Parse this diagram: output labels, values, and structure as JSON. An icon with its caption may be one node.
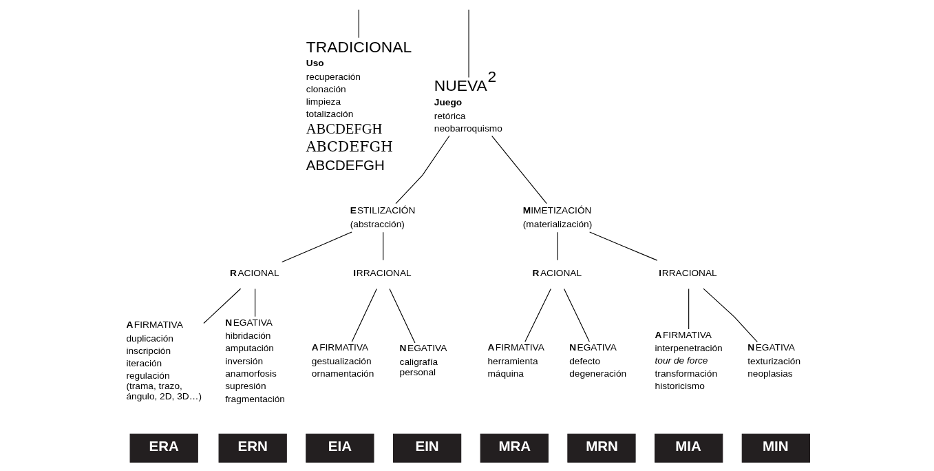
{
  "diagram": {
    "nodes": [
      {
        "text": [
          "TRADICIONAL",
          "Uso",
          "recuperación",
          "clonación",
          "limpieza",
          "totalización",
          "ABCDEFGH",
          "ABCDEFGH",
          "ABCDEFGH"
        ]
      },
      {
        "text": [
          "NUEVA$^{2}$",
          "Juego",
          "retórica",
          "neobarroquismo"
        ]
      },
      {
        "text": [
          "**E**STILIZACIÓN",
          "(abstracción)"
        ]
      },
      {
        "text": [
          "**M**IMETIZACIÓN",
          "(materialización)"
        ]
      },
      {
        "text": [
          "**R**ACIONAL"
        ]
      },
      {
        "text": [
          "**I**RRACIONAL"
        ]
      },
      {
        "text": [
          "**R**ACIONAL"
        ]
      },
      {
        "text": [
          "**I**RRACIONAL"
        ]
      },
      {
        "text": [
          "**A**FIRMATIVA",
          "duplicación",
          "inscripción",
          "iteración",
          "regulación (trama, trazo, ángulo, 2D, 3D…)"
        ]
      },
      {
        "text": [
          "**N**EGATIVA",
          "hibridación",
          "amputación",
          "inversión",
          "anamorfosis",
          "supresión",
          "fragmentación"
        ]
      },
      {
        "text": [
          "**A**FIRMATIVA",
          "gestualización",
          "ornamentación"
        ]
      },
      {
        "text": [
          "**N**EGATIVA",
          "caligrafía personal"
        ]
      },
      {
        "text": [
          "**A**FIRMATIVA",
          "herramienta",
          "máquina"
        ]
      },
      {
        "text": [
          "**N**EGATIVA",
          "defecto",
          "degeneración"
        ]
      },
      {
        "text": [
          "**A**FIRMATIVA",
          "interpenetración",
          "*tour de force*",
          "transformación",
          "historicismo"
        ]
      },
      {
        "text": [
          "**N**EGATIVA",
          "texturización",
          "neoplasias"
        ]
      },
      {
        "text": [
          "ERA"
        ]
      },
      {
        "text": [
          "ERN"
        ]
      },
      {
        "text": [
          "EIA"
        ]
      },
      {
        "text": [
          "EIN"
        ]
      },
      {
        "text": [
          "MRA"
        ]
      },
      {
        "text": [
          "MRN"
        ]
      },
      {
        "text": [
          "MIA"
        ]
      },
      {
        "text": [
          "MIN"
        ]
      }
    ],
    "edges": [
      {
        "from": null,
        "to": 0,
        "arrow": "none"
      },
      {
        "from": null,
        "to": 1,
        "arrow": "none"
      },
      {
        "from": 1,
        "to": 2,
        "arrow": "none"
      },
      {
        "from": 1,
        "to": 3,
        "arrow": "none"
      },
      {
        "from": 2,
        "to": 4,
        "arrow": "none"
      },
      {
        "from": 2,
        "to": 5,
        "arrow": "none"
      },
      {
        "from": 3,
        "to": 6,
        "arrow": "none"
      },
      {
        "from": 3,
        "to": 7,
        "arrow": "none"
      },
      {
        "from": 4,
        "to": 8,
        "arrow": "none"
      },
      {
        "from": 4,
        "to": 9,
        "arrow": "none"
      },
      {
        "from": 5,
        "to": 10,
        "arrow": "none"
      },
      {
        "from": 5,
        "to": 11,
        "arrow": "none"
      },
      {
        "from": 6,
        "to": 12,
        "arrow": "none"
      },
      {
        "from": 6,
        "to": 13,
        "arrow": "none"
      },
      {
        "from": 7,
        "to": 14,
        "arrow": "none"
      },
      {
        "from": 7,
        "to": 15,
        "arrow": "none"
      }
    ]
  }
}
